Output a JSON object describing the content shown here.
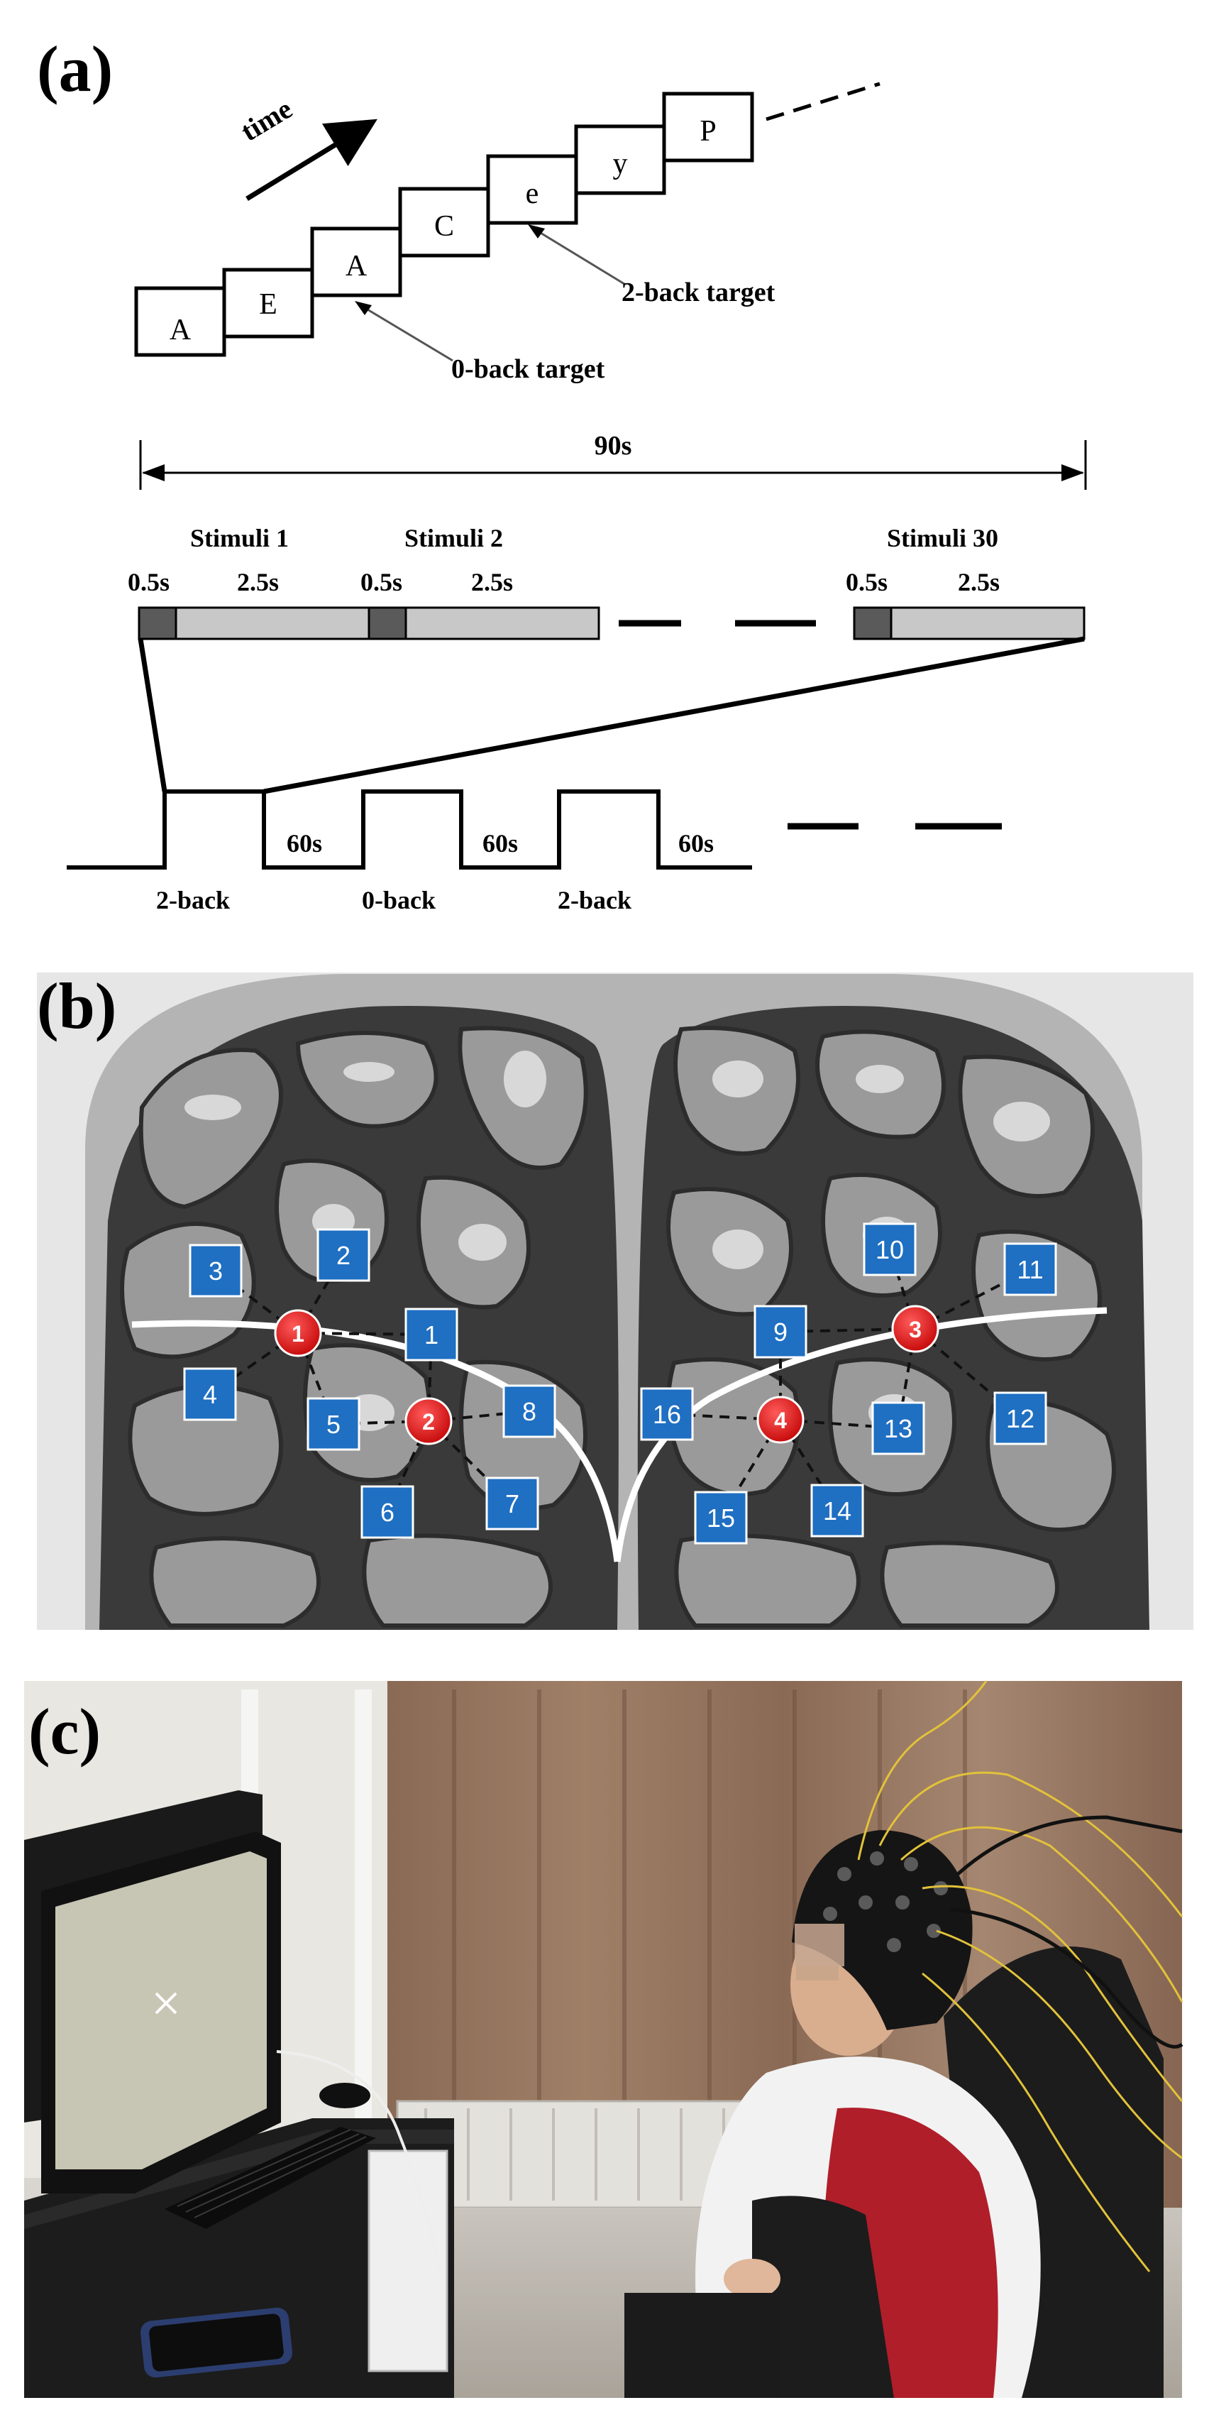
{
  "panels": {
    "a": {
      "label": "(a)",
      "time_label": "time",
      "letters": [
        "A",
        "E",
        "A",
        "C",
        "e",
        "y",
        "P"
      ],
      "targets": {
        "two_back": "2-back target",
        "zero_back": "0-back target"
      },
      "duration_total": "90s",
      "stimuli": [
        {
          "name": "Stimuli 1",
          "onset": "0.5s",
          "rest": "2.5s"
        },
        {
          "name": "Stimuli 2",
          "onset": "0.5s",
          "rest": "2.5s"
        },
        {
          "name": "Stimuli 30",
          "onset": "0.5s",
          "rest": "2.5s"
        }
      ],
      "blocks": [
        "2-back",
        "0-back",
        "2-back"
      ],
      "rest_durations": [
        "60s",
        "60s",
        "60s"
      ]
    },
    "b": {
      "label": "(b)",
      "channels": [
        "1",
        "2",
        "3",
        "4",
        "5",
        "6",
        "7",
        "8",
        "9",
        "10",
        "11",
        "12",
        "13",
        "14",
        "15",
        "16"
      ],
      "sources": [
        "1",
        "2",
        "3",
        "4"
      ],
      "colors": {
        "channel": "#1f6fc2",
        "source": "#e01818"
      }
    },
    "c": {
      "label": "(c)"
    }
  }
}
